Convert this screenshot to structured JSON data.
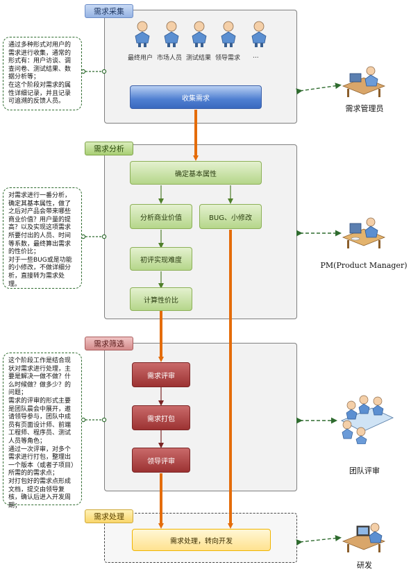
{
  "stages": {
    "collect": {
      "title": "需求采集",
      "sources": [
        "最终用户",
        "市场人员",
        "测试结果",
        "领导需求",
        "..."
      ],
      "node": "收集需求",
      "note": "通过多种形式对用户的需求进行收集，通常的形式有：用户访谈、调查问卷、测试结果、数据分析等；\n在这个阶段对需求的属性详细记录，并且记录可追溯的反馈人员。",
      "role": "需求管理员"
    },
    "analysis": {
      "title": "需求分析",
      "node_attr": "确定基本属性",
      "node_value": "分析商业价值",
      "node_bug": "BUG、小修改",
      "node_difficulty": "初评实现难度",
      "node_ratio": "计算性价比",
      "note": "对需求进行一番分析，确定其基本属性，做了之后对产品会带来哪些商业价值？用户量的提高？以及实现这项需求所要付出的人员、时间等系数，最终算出需求的性价比；\n对于一些BUG或是功能的小修改，不做详细分析，直接转为需求处理。",
      "role": "PM(Product Manager)"
    },
    "filter": {
      "title": "需求筛选",
      "node_review": "需求评审",
      "node_package": "需求打包",
      "node_leader": "领导评审",
      "note": "这个阶段工作是结合现状对需求进行处理，主要是解决一做不做？什么时候做？做多少？的问题；\n需求的评审的形式主要是团队晨会中展开，邀请领导参与，团队中成员有页面设计师、前端工程师、程序员、测试人员等角色；\n通过一次评审，对多个需求进行打包，整理出一个版本（或者子项目）所需的的需求点；\n对打包好的需求点形成文档，提交由领导复核，确认后进入开发周期；",
      "role": "团队评审"
    },
    "process": {
      "title": "需求处理",
      "node": "需求处理，转向开发",
      "role": "研发"
    }
  },
  "colors": {
    "flow_orange": "#e46c0a",
    "flow_green": "#4f7f2a",
    "flow_red": "#7a2424",
    "dashed_green": "#2e6b2e"
  },
  "icons": [
    "person-icon",
    "desk-worker-icon",
    "meeting-table-icon"
  ]
}
